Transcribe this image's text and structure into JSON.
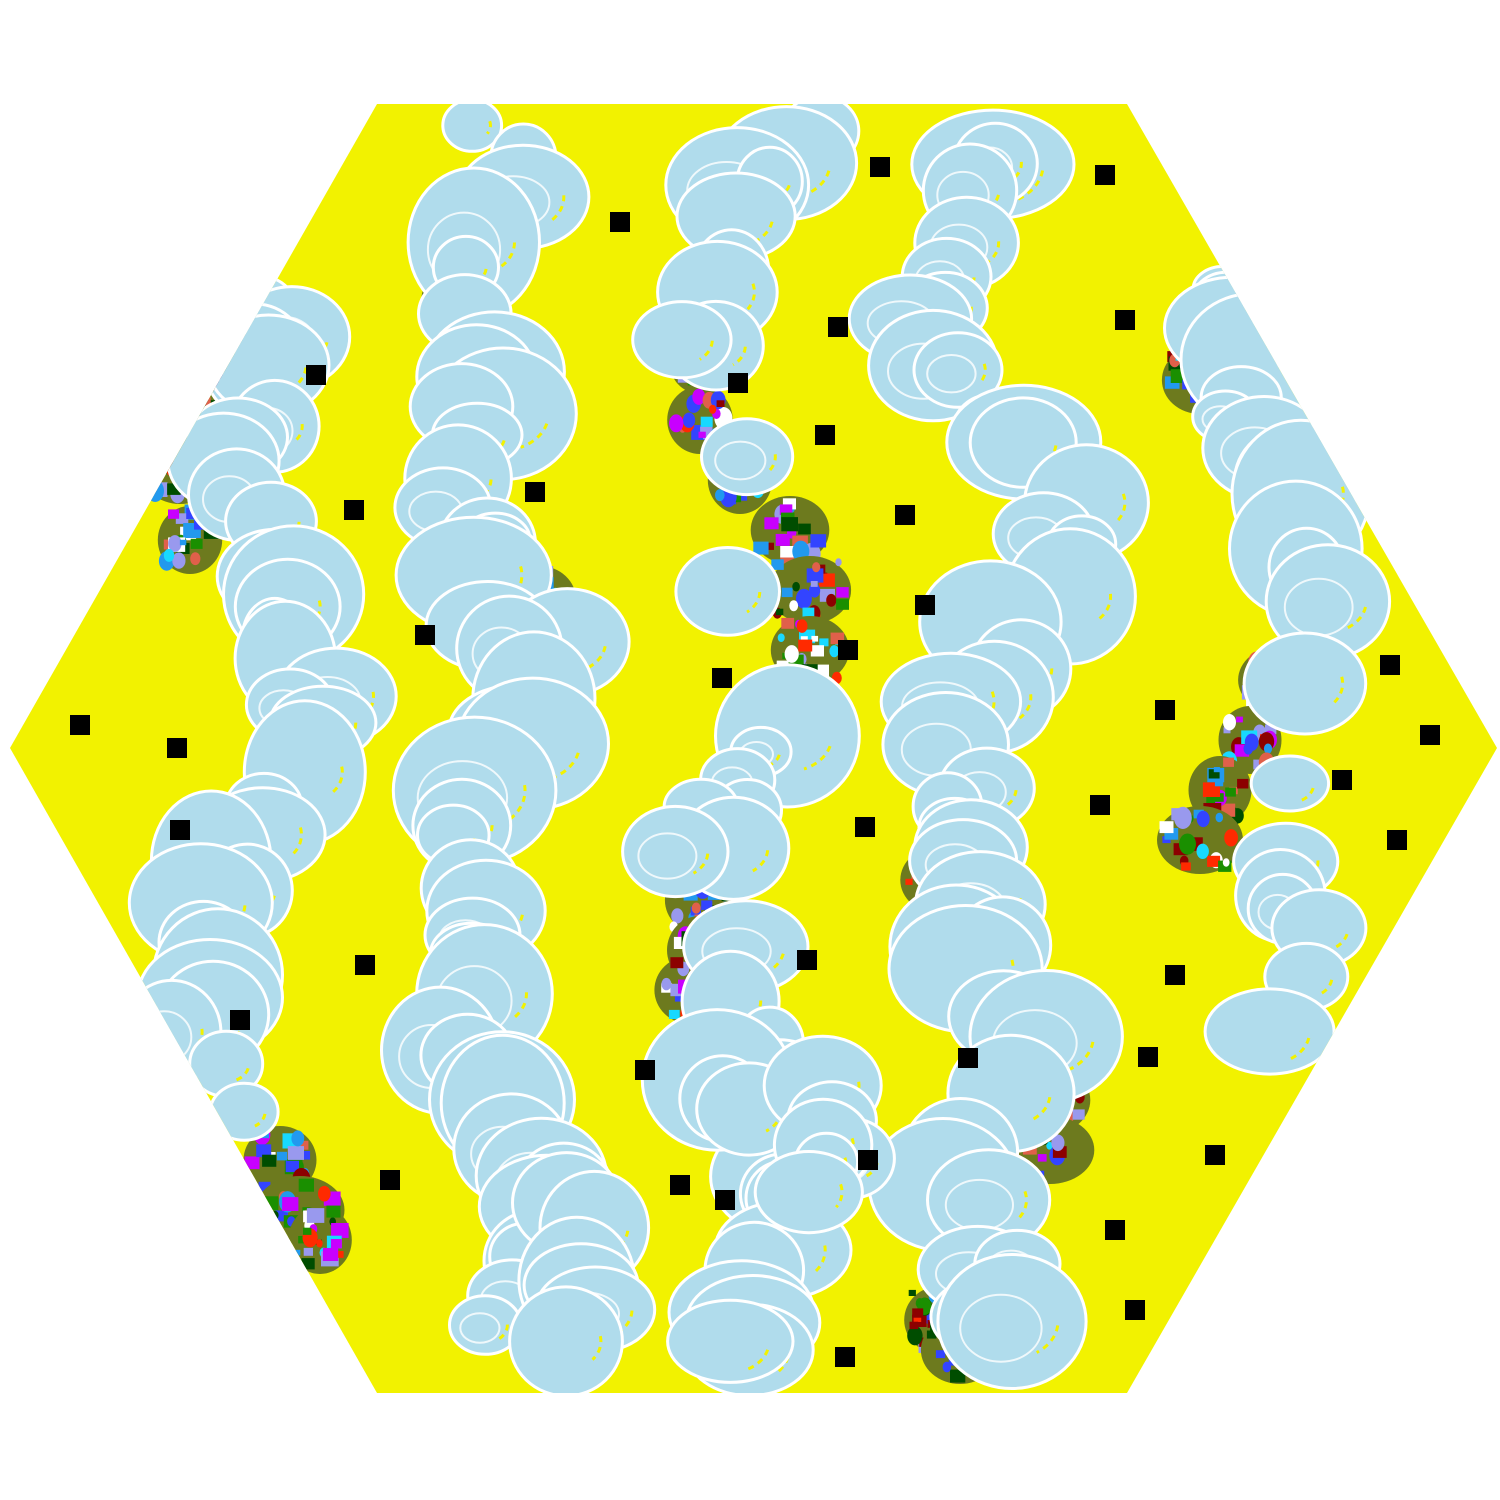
{
  "colors": {
    "background": "#ffffff",
    "field": "#f2f200",
    "bubble_fill": "#b0dcec",
    "bubble_outline": "#ffffff",
    "bubble_highlight": "#f2f200",
    "marker": "#000000",
    "cluster_base": "#6d7a1e",
    "cluster_palette": [
      "#1a8f00",
      "#ff2a00",
      "#c800ff",
      "#3344ff",
      "#18d9ff",
      "#004d00",
      "#9999ee",
      "#e0604a",
      "#ffffff",
      "#8c0000",
      "#2299ee"
    ]
  },
  "board": {
    "shape": "hexagon",
    "orientation": "flat-top"
  },
  "regions": {
    "foam_columns": 7,
    "debris_clusters": 14,
    "markers": 40
  }
}
